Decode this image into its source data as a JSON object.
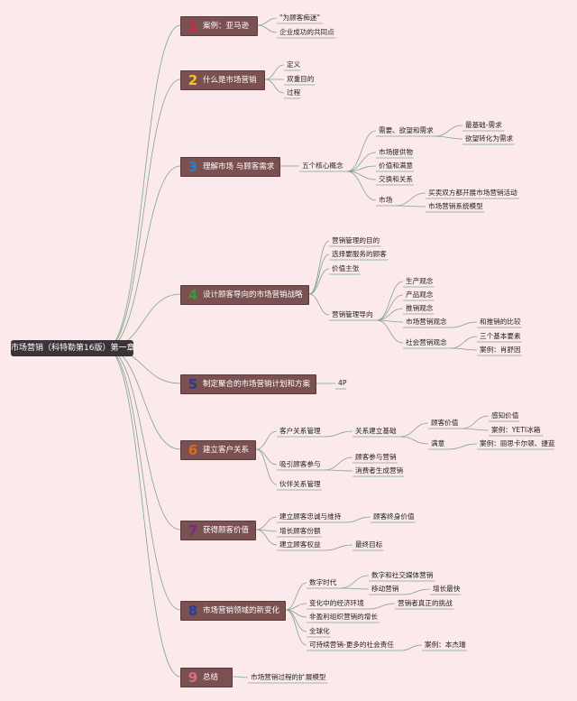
{
  "root": "市场营销（科特勒第16版）第一章",
  "colors": {
    "background": "#fbe9ec",
    "node_box": "#7a5050",
    "root_box": "#3a3338",
    "connector": "#7fa58c"
  },
  "branches": [
    {
      "num": "1",
      "num_color": "#e0203a",
      "label": "案例：亚马逊",
      "children": [
        {
          "text": "\"为顾客痴迷\""
        },
        {
          "text": "企业成功的共同点"
        }
      ]
    },
    {
      "num": "2",
      "num_color": "#f2c230",
      "label": "什么是市场营销",
      "children": [
        {
          "text": "定义"
        },
        {
          "text": "双重目的"
        },
        {
          "text": "过程"
        }
      ]
    },
    {
      "num": "3",
      "num_color": "#2a7fc8",
      "label": "理解市场 与顾客需求",
      "children": [
        {
          "text": "五个核心概念",
          "children": [
            {
              "text": "需要、欲望和需求",
              "children": [
                {
                  "text": "最基础-需求"
                },
                {
                  "text": "欲望转化为需求"
                }
              ]
            },
            {
              "text": "市场提供物"
            },
            {
              "text": "价值和满意"
            },
            {
              "text": "交换和关系"
            },
            {
              "text": "市场",
              "children": [
                {
                  "text": "买卖双方都开展市场营销活动"
                },
                {
                  "text": "市场营销系统模型"
                }
              ]
            }
          ]
        }
      ]
    },
    {
      "num": "4",
      "num_color": "#3a9a3a",
      "label": "设计顾客导向的市场营销战略",
      "children": [
        {
          "text": "营销管理的目的"
        },
        {
          "text": "选择要服务的顾客"
        },
        {
          "text": "价值主张"
        },
        {
          "text": "营销管理导向",
          "children": [
            {
              "text": "生产观念"
            },
            {
              "text": "产品观念"
            },
            {
              "text": "推销观念"
            },
            {
              "text": "市场营销观念",
              "children": [
                {
                  "text": "和推销的比较"
                }
              ]
            },
            {
              "text": "社会营销观念",
              "children": [
                {
                  "text": "三个基本要素"
                },
                {
                  "text": "案例：肖舒因"
                }
              ]
            }
          ]
        }
      ]
    },
    {
      "num": "5",
      "num_color": "#2b3a8a",
      "label": "制定聚合的市场营销计划和方案",
      "children": [
        {
          "text": "4P"
        }
      ]
    },
    {
      "num": "6",
      "num_color": "#e06a20",
      "label": "建立客户关系",
      "children": [
        {
          "text": "客户关系管理",
          "children": [
            {
              "text": "关系建立基础",
              "children": [
                {
                  "text": "顾客价值",
                  "children": [
                    {
                      "text": "感知价值"
                    },
                    {
                      "text": "案例：YETI冰箱"
                    }
                  ]
                },
                {
                  "text": "满意",
                  "children": [
                    {
                      "text": "案例：丽思卡尔顿、捷蓝"
                    }
                  ]
                }
              ]
            }
          ]
        },
        {
          "text": "吸引顾客参与",
          "children": [
            {
              "text": "顾客参与营销"
            },
            {
              "text": "消费者生成营销"
            }
          ]
        },
        {
          "text": "伙伴关系管理"
        }
      ]
    },
    {
      "num": "7",
      "num_color": "#7a2a8a",
      "label": "获得顾客价值",
      "children": [
        {
          "text": "建立顾客忠诚与维持",
          "children": [
            {
              "text": "顾客终身价值"
            }
          ]
        },
        {
          "text": "增长顾客份额"
        },
        {
          "text": "建立顾客权益",
          "children": [
            {
              "text": "最终目标"
            }
          ]
        }
      ]
    },
    {
      "num": "8",
      "num_color": "#2a3aa0",
      "label": "市场营销领域的新变化",
      "children": [
        {
          "text": "数字时代",
          "children": [
            {
              "text": "数字和社交媒体营销"
            },
            {
              "text": "移动营销",
              "children": [
                {
                  "text": "增长最快"
                }
              ]
            }
          ]
        },
        {
          "text": "变化中的经济环境",
          "children": [
            {
              "text": "营销者真正的挑战"
            }
          ]
        },
        {
          "text": "非盈利组织营销的增长"
        },
        {
          "text": "全球化"
        },
        {
          "text": "可持续营销-更多的社会责任",
          "children": [
            {
              "text": "案例：本杰瑞"
            }
          ]
        }
      ]
    },
    {
      "num": "9",
      "num_color": "#e06a8a",
      "label": "总结",
      "children": [
        {
          "text": "市场营销过程的扩展模型"
        }
      ]
    }
  ]
}
